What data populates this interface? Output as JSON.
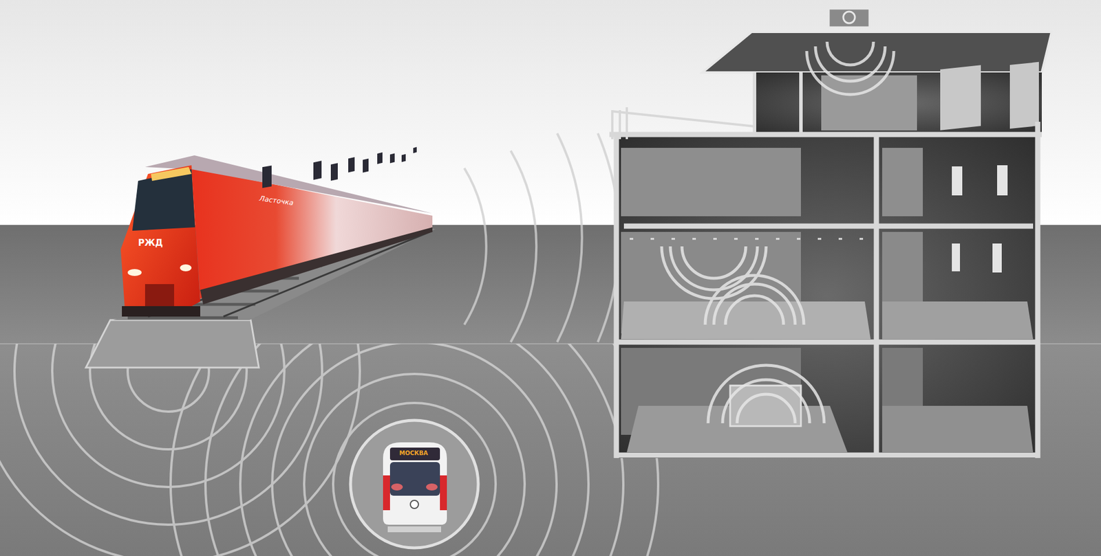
{
  "diagram": {
    "labels": [
      "Ласточка",
      "РЖД",
      "МОСКВА"
    ]
  }
}
